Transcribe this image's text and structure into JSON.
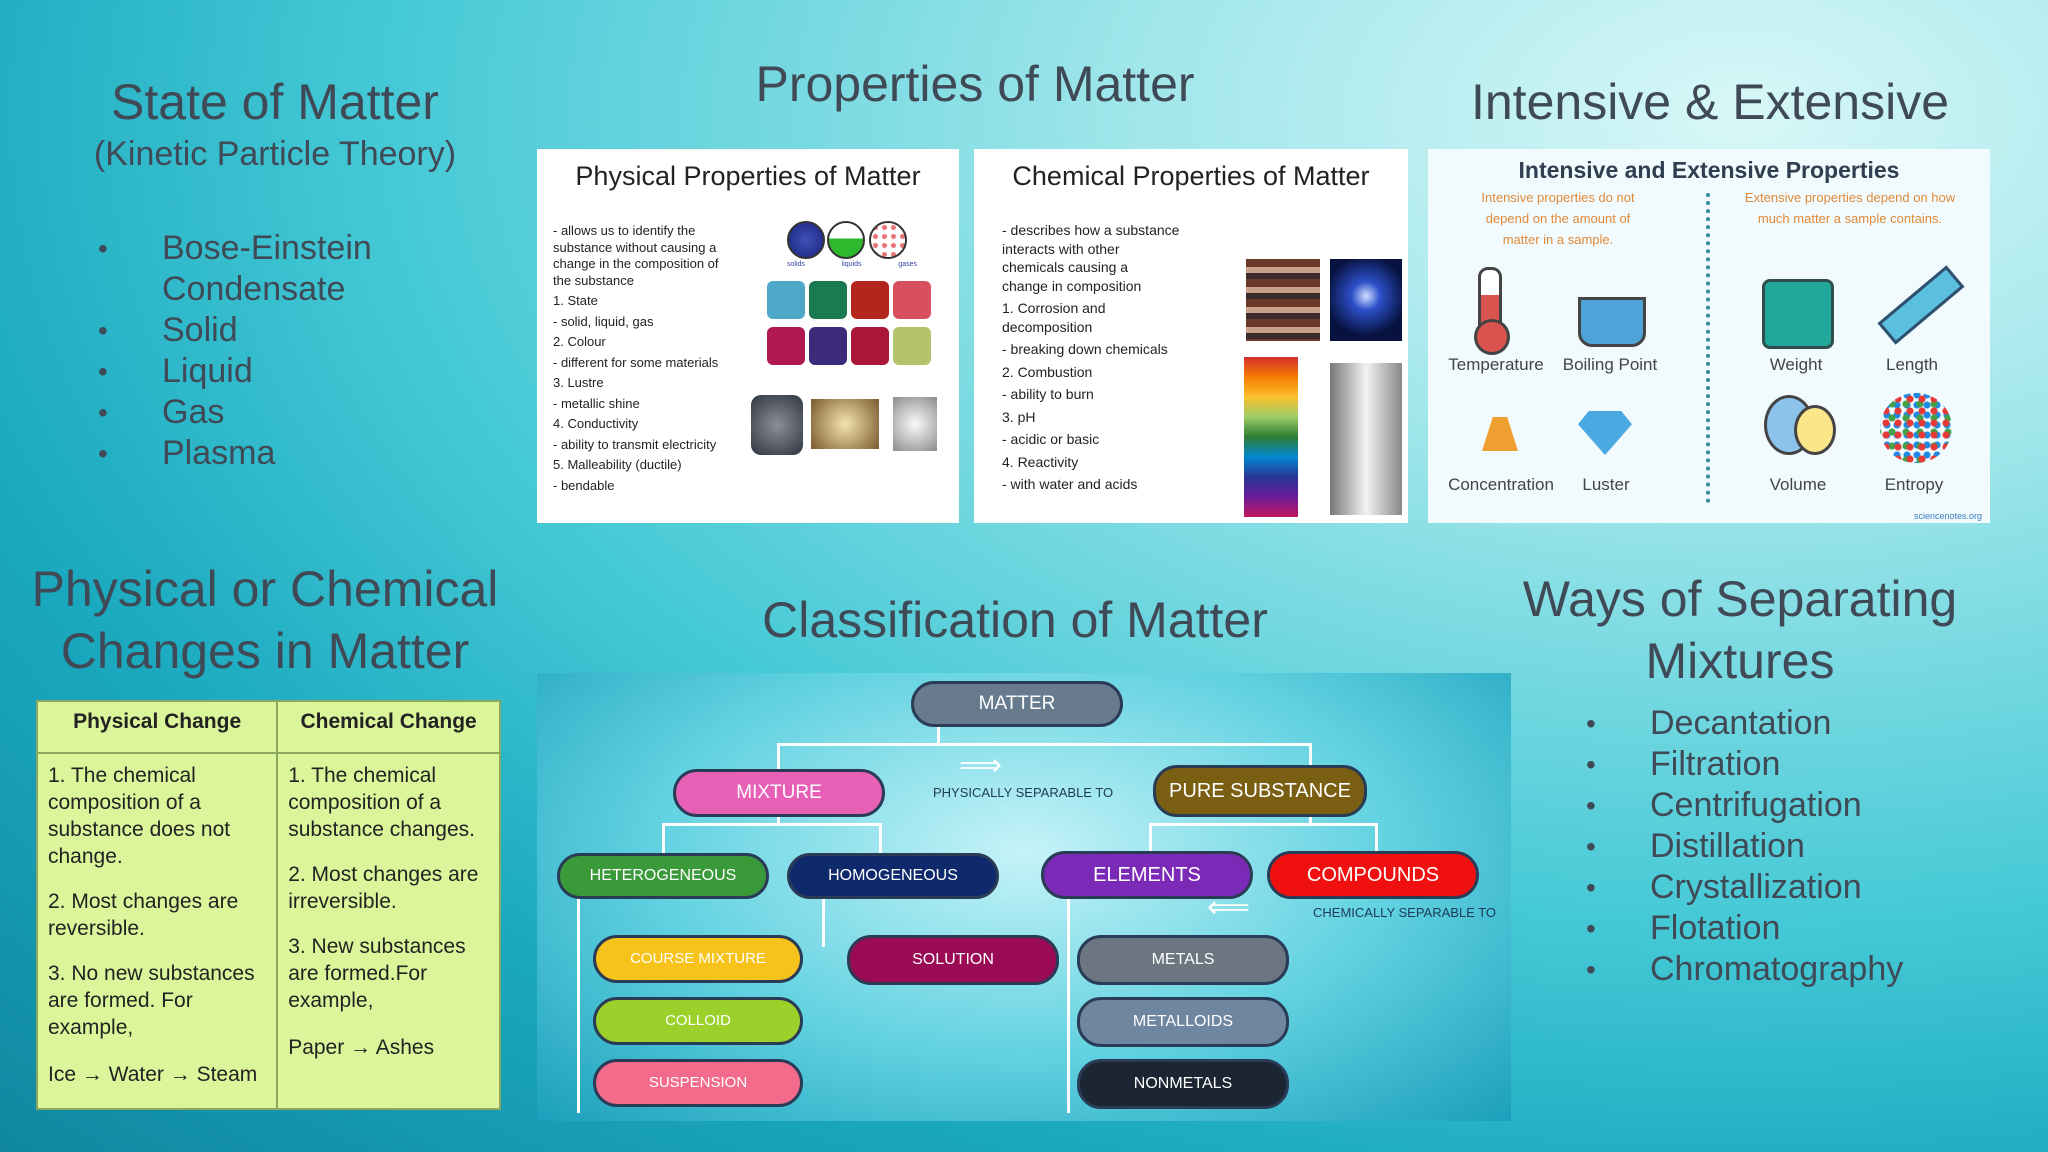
{
  "state": {
    "title": "State of Matter",
    "subtitle": "(Kinetic Particle Theory)",
    "items": [
      "Bose-Einstein Condensate",
      "Solid",
      "Liquid",
      "Gas",
      "Plasma"
    ]
  },
  "properties": {
    "title": "Properties of Matter",
    "physical": {
      "title": "Physical Properties of Matter",
      "lines": [
        "-  allows us to identify the",
        "   substance without causing a",
        "   change in the composition of",
        "   the substance",
        "1.  State",
        "-  solid, liquid, gas",
        "2.  Colour",
        "-  different for some materials",
        "3.  Lustre",
        "-  metallic shine",
        "4.  Conductivity",
        "-  ability to transmit electricity",
        "5.  Malleability (ductile)",
        "-  bendable"
      ],
      "icon_labels": [
        "solids",
        "liquids",
        "gases"
      ]
    },
    "chemical": {
      "title": "Chemical Properties of Matter",
      "lines": [
        "-  describes how a substance",
        "   interacts with other",
        "   chemicals causing a",
        "   change in composition",
        "1.  Corrosion and",
        "    decomposition",
        "-  breaking down chemicals",
        "2.  Combustion",
        "-  ability to burn",
        "3.  pH",
        "-  acidic or basic",
        "4.  Reactivity",
        "-  with water and acids"
      ]
    }
  },
  "intensive": {
    "title": "Intensive & Extensive",
    "panel_title": "Intensive and Extensive Properties",
    "intensive_desc": "Intensive properties do not depend on the amount of matter in a sample.",
    "extensive_desc": "Extensive properties depend on how much matter a sample contains.",
    "labels": [
      "Temperature",
      "Boiling Point",
      "Weight",
      "Length",
      "Concentration",
      "Luster",
      "Volume",
      "Entropy"
    ],
    "credit": "sciencenotes.org"
  },
  "changes": {
    "title": "Physical or Chemical Changes in Matter",
    "headers": [
      "Physical Change",
      "Chemical Change"
    ],
    "rows": [
      [
        "1. The chemical composition of a substance does not change.",
        "1. The chemical composition of a substance changes."
      ],
      [
        "2. Most changes are reversible.",
        "2. Most changes are irreversible."
      ],
      [
        "3. No new substances are formed. For example,",
        "3. New substances are formed.For example,"
      ],
      [
        "Ice → Water → Steam",
        "Paper → Ashes"
      ]
    ]
  },
  "classification": {
    "title": "Classification of Matter",
    "nodes": {
      "matter": "MATTER",
      "mixture": "MIXTURE",
      "pure": "PURE SUBSTANCE",
      "hetero": "HETEROGENEOUS",
      "homo": "HOMOGENEOUS",
      "elements": "ELEMENTS",
      "compounds": "COMPOUNDS",
      "course": "COURSE MIXTURE",
      "colloid": "COLLOID",
      "suspension": "SUSPENSION",
      "solution": "SOLUTION",
      "metals": "METALS",
      "metalloids": "METALLOIDS",
      "nonmetals": "NONMETALS"
    },
    "phys_sep": "PHYSICALLY SEPARABLE TO",
    "chem_sep": "CHEMICALLY SEPARABLE TO"
  },
  "separating": {
    "title": "Ways of Separating Mixtures",
    "items": [
      "Decantation",
      "Filtration",
      "Centrifugation",
      "Distillation",
      "Crystallization",
      "Flotation",
      "Chromatography"
    ]
  }
}
